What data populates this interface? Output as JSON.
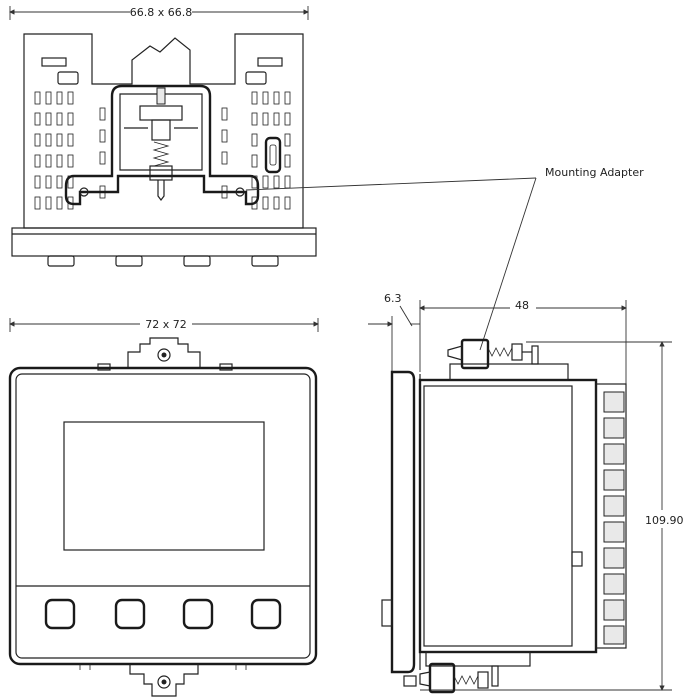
{
  "labels": {
    "top_width": "66.8 x 66.8",
    "front_width": "72 x 72",
    "side_offset": "6.3",
    "side_depth": "48",
    "side_height": "109.90",
    "callout": "Mounting Adapter"
  }
}
